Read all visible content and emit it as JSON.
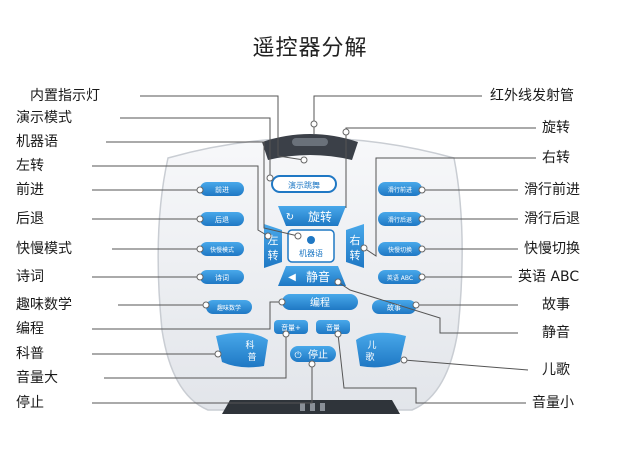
{
  "title": "遥控器分解",
  "left_labels": [
    "内置指示灯",
    "演示模式",
    "机器语",
    "左转",
    "前进",
    "后退",
    "快慢模式",
    "诗词",
    "趣味数学",
    "编程",
    "科普",
    "音量大",
    "停止"
  ],
  "right_labels": [
    "红外线发射管",
    "旋转",
    "右转",
    "滑行前进",
    "滑行后退",
    "快慢切换",
    "英语 ABC",
    "故事",
    "静音",
    "儿歌",
    "音量小"
  ],
  "buttons": {
    "demo": "演示跳舞",
    "rotate": "旋转",
    "left_turn_1": "左",
    "left_turn_2": "转",
    "right_turn_1": "右",
    "right_turn_2": "转",
    "robot_lang": "机器语",
    "mute": "静音",
    "program": "编程",
    "forward": "前进",
    "back": "后退",
    "speed_mode": "快慢模式",
    "poem": "诗词",
    "math": "趣味数学",
    "glide_fwd": "滑行前进",
    "glide_back": "滑行后退",
    "speed_switch": "快慢切换",
    "english": "英语 ABC",
    "story": "故事",
    "science_1": "科",
    "science_2": "普",
    "song_1": "儿",
    "song_2": "歌",
    "vol_up": "音量+",
    "vol_down": "音量",
    "stop": "停止"
  },
  "colors": {
    "accent": "#2a8fd6",
    "accent_dark": "#1d6fb0",
    "body": "#eef0f3",
    "leader": "#555555"
  }
}
